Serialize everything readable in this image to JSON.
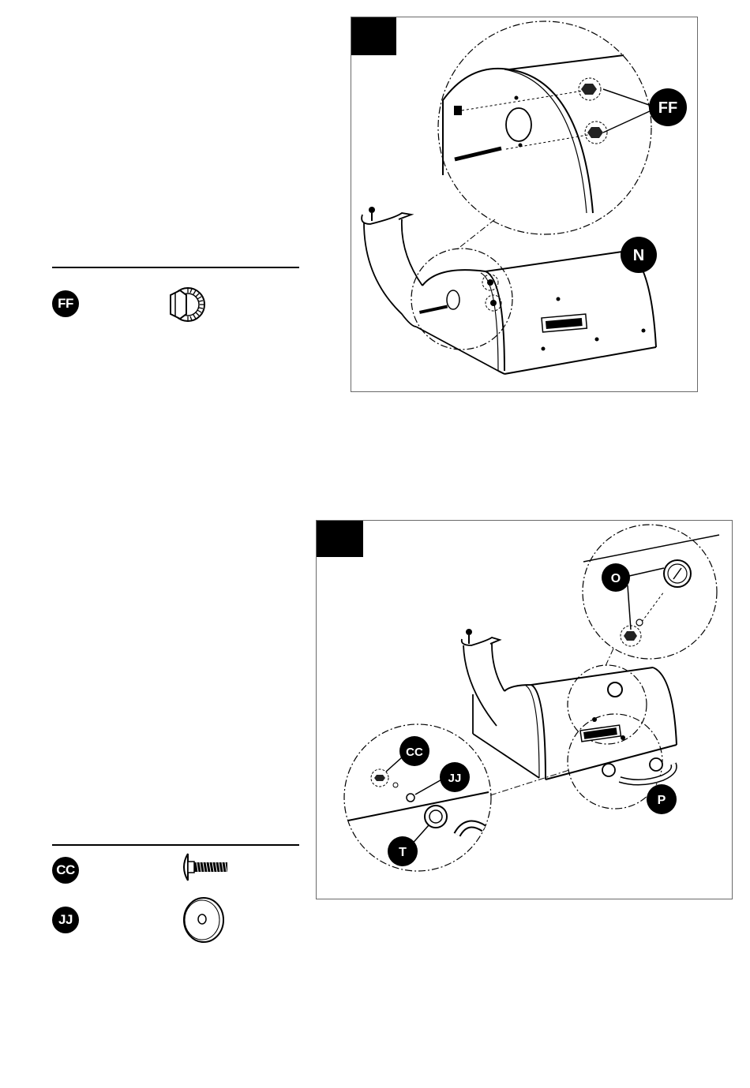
{
  "step_a": {
    "parts": [
      {
        "label": "FF",
        "icon": "flange-nut-icon"
      }
    ],
    "callouts": {
      "ff": "FF",
      "n": "N"
    }
  },
  "step_b": {
    "parts": [
      {
        "label": "CC",
        "icon": "bolt-icon"
      },
      {
        "label": "JJ",
        "icon": "washer-icon"
      }
    ],
    "callouts": {
      "o": "O",
      "cc": "CC",
      "jj": "JJ",
      "p": "P",
      "t": "T"
    }
  }
}
